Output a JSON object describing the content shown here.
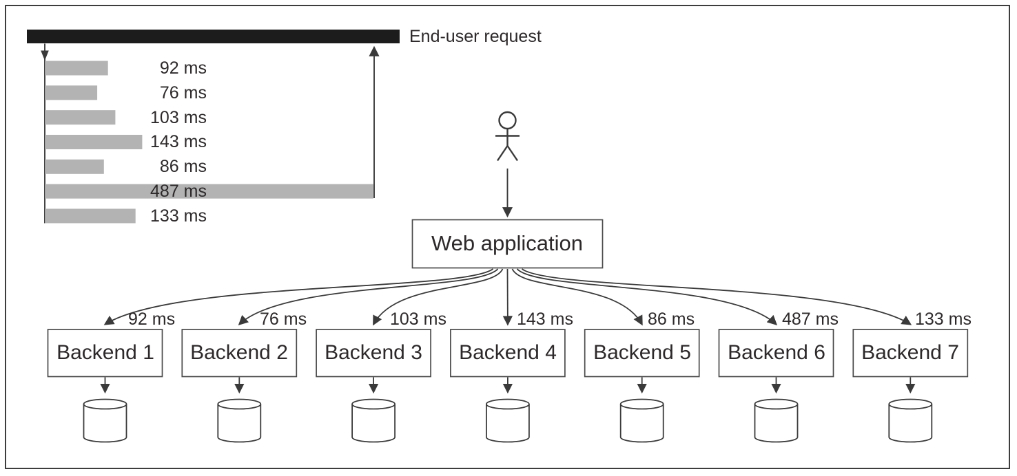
{
  "diagram": {
    "legend_label": "End-user request",
    "web_app_label": "Web application",
    "user_icon": "stick-figure-person-icon",
    "db_icon": "database-cylinder-icon",
    "backends": [
      {
        "label": "Backend 1",
        "latency_ms": 92,
        "latency_label": "92 ms"
      },
      {
        "label": "Backend 2",
        "latency_ms": 76,
        "latency_label": "76 ms"
      },
      {
        "label": "Backend 3",
        "latency_ms": 103,
        "latency_label": "103 ms"
      },
      {
        "label": "Backend 4",
        "latency_ms": 143,
        "latency_label": "143 ms"
      },
      {
        "label": "Backend 5",
        "latency_ms": 86,
        "latency_label": "86 ms"
      },
      {
        "label": "Backend 6",
        "latency_ms": 487,
        "latency_label": "487 ms"
      },
      {
        "label": "Backend 7",
        "latency_ms": 133,
        "latency_label": "133 ms"
      }
    ],
    "colors": {
      "request_bar": "#1c1c1c",
      "latency_bar": "#b3b3b3",
      "stroke": "#3a3a3a",
      "box_border": "#4a4a4a",
      "text": "#2d292a",
      "frame_border": "#3d3d3d",
      "background": "#ffffff"
    }
  },
  "chart_data": {
    "type": "bar",
    "orientation": "horizontal",
    "title": "",
    "categories": [
      "Backend 1",
      "Backend 2",
      "Backend 3",
      "Backend 4",
      "Backend 5",
      "Backend 6",
      "Backend 7"
    ],
    "values": [
      92,
      76,
      103,
      143,
      86,
      487,
      133
    ],
    "unit": "ms",
    "bar_labels": [
      "92 ms",
      "76 ms",
      "103 ms",
      "143 ms",
      "86 ms",
      "487 ms",
      "133 ms"
    ],
    "legend_entries": [
      "End-user request"
    ],
    "xlim": [
      0,
      520
    ],
    "grid": false
  }
}
